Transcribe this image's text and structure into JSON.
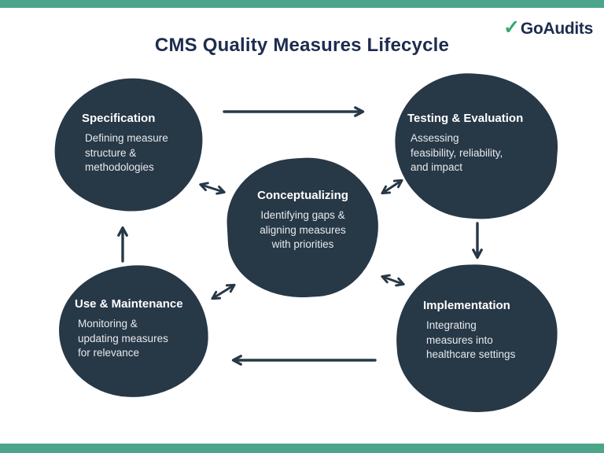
{
  "header": {
    "title": "CMS Quality Measures Lifecycle",
    "logo": {
      "check": "✓",
      "text": "GoAudits"
    }
  },
  "nodes": [
    {
      "id": "specification",
      "title": "Specification",
      "description": "Defining measure\nstructure &\nmethodologies"
    },
    {
      "id": "testing-evaluation",
      "title": "Testing & Evaluation",
      "description": "Assessing\nfeasibility, reliability,\nand impact"
    },
    {
      "id": "conceptualizing",
      "title": "Conceptualizing",
      "description": "Identifying gaps &\naligning measures\nwith priorities"
    },
    {
      "id": "use-maintenance",
      "title": "Use & Maintenance",
      "description": "Monitoring &\nupdating measures\nfor relevance"
    },
    {
      "id": "implementation",
      "title": "Implementation",
      "description": "Integrating\nmeasures into\nhealthcare settings"
    }
  ],
  "edges": [
    {
      "from": "Specification",
      "to": "Testing & Evaluation",
      "bidirectional": false
    },
    {
      "from": "Testing & Evaluation",
      "to": "Implementation",
      "bidirectional": false
    },
    {
      "from": "Implementation",
      "to": "Use & Maintenance",
      "bidirectional": false
    },
    {
      "from": "Use & Maintenance",
      "to": "Specification",
      "bidirectional": false
    },
    {
      "from": "Specification",
      "to": "Conceptualizing",
      "bidirectional": true
    },
    {
      "from": "Testing & Evaluation",
      "to": "Conceptualizing",
      "bidirectional": true
    },
    {
      "from": "Use & Maintenance",
      "to": "Conceptualizing",
      "bidirectional": true
    },
    {
      "from": "Implementation",
      "to": "Conceptualizing",
      "bidirectional": true
    }
  ],
  "colors": {
    "accent_teal": "#4CA58A",
    "node_navy": "#273847",
    "heading_navy": "#1D2C4E",
    "node_text": "#E7EAEC",
    "logo_green": "#35A872"
  }
}
